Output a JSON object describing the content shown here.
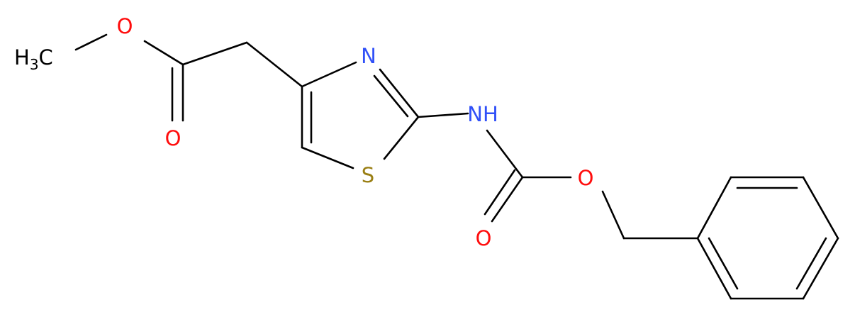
{
  "colors": {
    "bond": "#000000",
    "oxygen": "#ff0d0d",
    "nitrogen": "#3050f8",
    "sulfur": "#9a7f14",
    "carbon": "#000000"
  },
  "atoms": {
    "methyl": {
      "main": "H",
      "sub": "3",
      "tail": "C"
    },
    "ester_o": "O",
    "carbonyl_o": "O",
    "ring_n": "N",
    "ring_s": "S",
    "amide_nh": "NH",
    "carbamate_o_double": "O",
    "carbamate_o_single": "O"
  }
}
